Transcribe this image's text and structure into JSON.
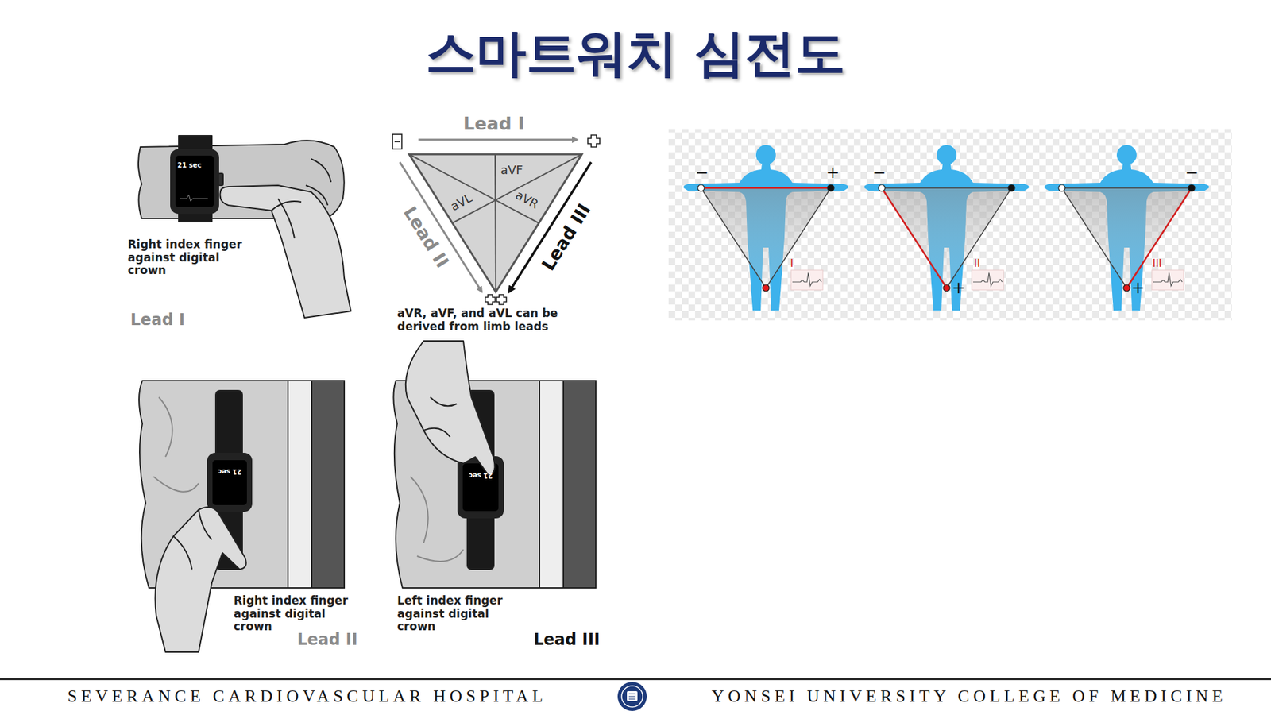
{
  "diagram": {
    "title": "스마트워치 심전도",
    "labels": [
      "Lead I",
      "aVF",
      "aVL",
      "aVR",
      "Lead II",
      "Lead III",
      "aVR, aVF, and aVL can be derived from limb leads",
      "21 sec",
      "Right index finger against digital crown",
      "Lead I",
      "−",
      "+",
      "I",
      "−",
      "II",
      "+",
      "−",
      "III",
      "+",
      "21 sec",
      "Right index finger against digital crown",
      "Lead II",
      "21 sec",
      "Left index finger against digital crown",
      "Lead III",
      "SEVERANCE CARDIOVASCULAR HOSPITAL",
      "YONSEI UNIVERSITY COLLEGE OF MEDICINE"
    ]
  }
}
